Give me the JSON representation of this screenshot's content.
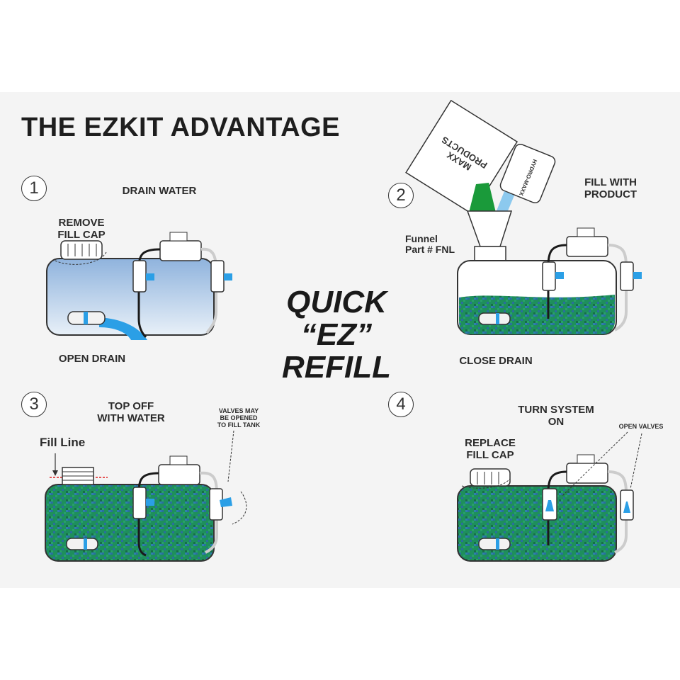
{
  "title": "THE EZKIT ADVANTAGE",
  "center_title": [
    "QUICK",
    "“EZ”",
    "REFILL"
  ],
  "steps": [
    {
      "number": "1",
      "heading": "DRAIN WATER",
      "labels": {
        "cap": "REMOVE\nFILL CAP",
        "drain": "OPEN DRAIN"
      }
    },
    {
      "number": "2",
      "heading": "FILL WITH\nPRODUCT",
      "labels": {
        "funnel": "Funnel\nPart # FNL",
        "drain": "CLOSE DRAIN",
        "bag": "MAXX\nPRODUCTS",
        "jug": "HYDRO-MAXX"
      }
    },
    {
      "number": "3",
      "heading": "TOP OFF\nWITH WATER",
      "labels": {
        "fill_line": "Fill Line",
        "valves": "VALVES MAY\nBE OPENED\nTO FILL TANK"
      }
    },
    {
      "number": "4",
      "heading": "TURN SYSTEM\nON",
      "labels": {
        "cap": "REPLACE\nFILL CAP",
        "valves": "OPEN VALVES"
      }
    }
  ],
  "colors": {
    "water_light": "#cfe0f0",
    "water_dark": "#8fb3dd",
    "product_green": "#1e8f5c",
    "product_blue": "#2a6f9e",
    "valve_blue": "#2b9fe6",
    "outline": "#333333"
  }
}
